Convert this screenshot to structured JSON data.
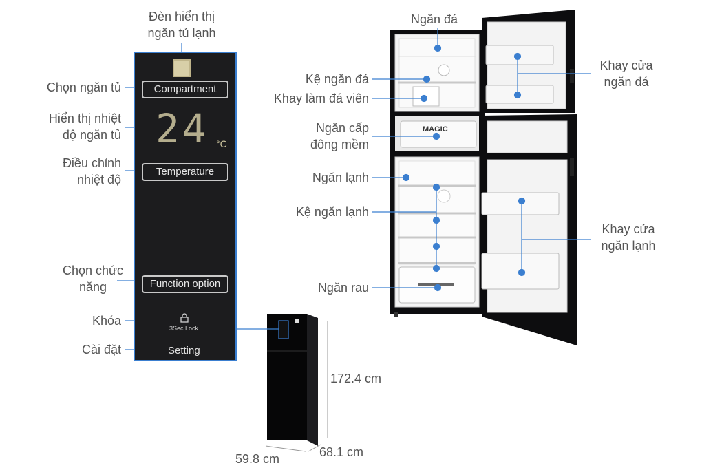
{
  "control_panel": {
    "compartment_button": "Compartment",
    "temperature_display": "24",
    "temperature_unit": "°C",
    "temperature_button": "Temperature",
    "function_button": "Function option",
    "lock_text": "3Sec.Lock",
    "setting_text": "Setting"
  },
  "panel_labels": {
    "indicator_light": [
      "Đèn hiển thị",
      "ngăn tủ lạnh"
    ],
    "select_compartment": "Chọn ngăn tủ",
    "temp_display": [
      "Hiển thị nhiệt",
      "độ ngăn tủ"
    ],
    "adjust_temp": [
      "Điều chỉnh",
      "nhiệt độ"
    ],
    "select_function": [
      "Chọn chức",
      "năng"
    ],
    "lock": "Khóa",
    "setting": "Cài đặt"
  },
  "fridge_labels": {
    "freezer": "Ngăn đá",
    "freezer_shelf": "Kệ ngăn đá",
    "ice_tray": "Khay làm đá viên",
    "soft_freeze": [
      "Ngăn cấp",
      "đông mềm"
    ],
    "fridge": "Ngăn lạnh",
    "fridge_shelf": "Kệ ngăn lạnh",
    "vegetable": "Ngăn rau",
    "freezer_door_tray": [
      "Khay cửa",
      "ngăn đá"
    ],
    "fridge_door_tray": [
      "Khay cửa",
      "ngăn lạnh"
    ],
    "magic_label": "MAGIC"
  },
  "dimensions": {
    "height": "172.4 cm",
    "width": "59.8 cm",
    "depth": "68.1 cm"
  },
  "colors": {
    "leader_line": "#3b7fd0",
    "dot": "#3b7fd0",
    "panel_bg": "#1c1c1e",
    "fridge_body": "#0d0d0f"
  }
}
